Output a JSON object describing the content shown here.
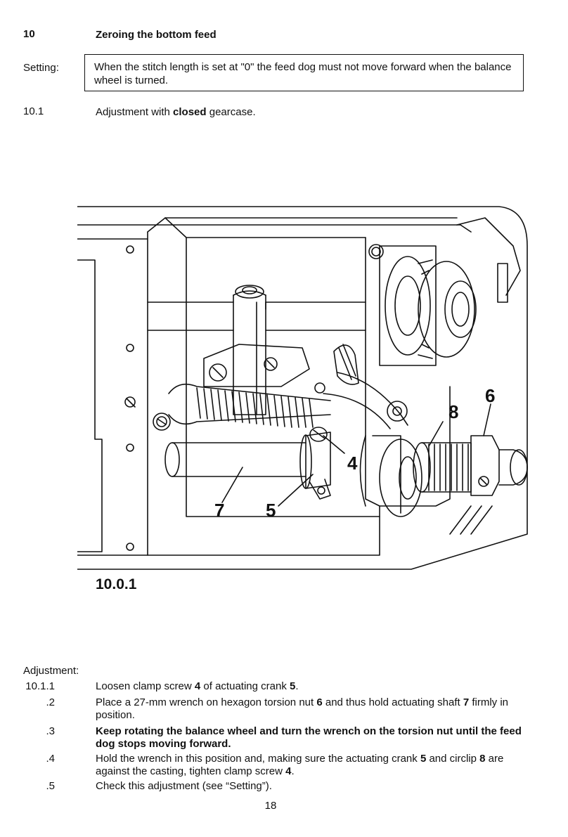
{
  "section": {
    "number": "10",
    "title": "Zeroing the bottom feed"
  },
  "setting": {
    "label": "Setting:",
    "text": "When the stitch length is set at \"0\" the feed dog must not move forward when the balance wheel is turned."
  },
  "sub": {
    "number": "10.1",
    "pre": "Adjustment with ",
    "bold": "closed",
    "post": " gearcase."
  },
  "figure": {
    "label": "10.0.1",
    "callouts": [
      "4",
      "5",
      "6",
      "7",
      "8"
    ]
  },
  "adjustment": {
    "label": "Adjustment:",
    "steps": [
      {
        "num": "10.1.1",
        "parts": [
          "Loosen clamp screw ",
          "4",
          " of actuating crank ",
          "5",
          "."
        ]
      },
      {
        "num": ".2",
        "parts": [
          "Place a 27-mm wrench on hexagon torsion nut ",
          "6",
          " and thus hold actuating shaft ",
          "7",
          " firmly in position."
        ]
      },
      {
        "num": ".3",
        "text": "Keep rotating the balance wheel and turn the wrench on the torsion nut until the feed dog stops moving forward."
      },
      {
        "num": ".4",
        "parts": [
          "Hold the wrench in this position and, making sure the actuating crank ",
          "5",
          " and circlip ",
          "8",
          " are against the casting, tighten clamp screw ",
          "4",
          "."
        ]
      },
      {
        "num": ".5",
        "text": "Check this adjustment (see “Setting”)."
      }
    ]
  },
  "page_number": "18"
}
